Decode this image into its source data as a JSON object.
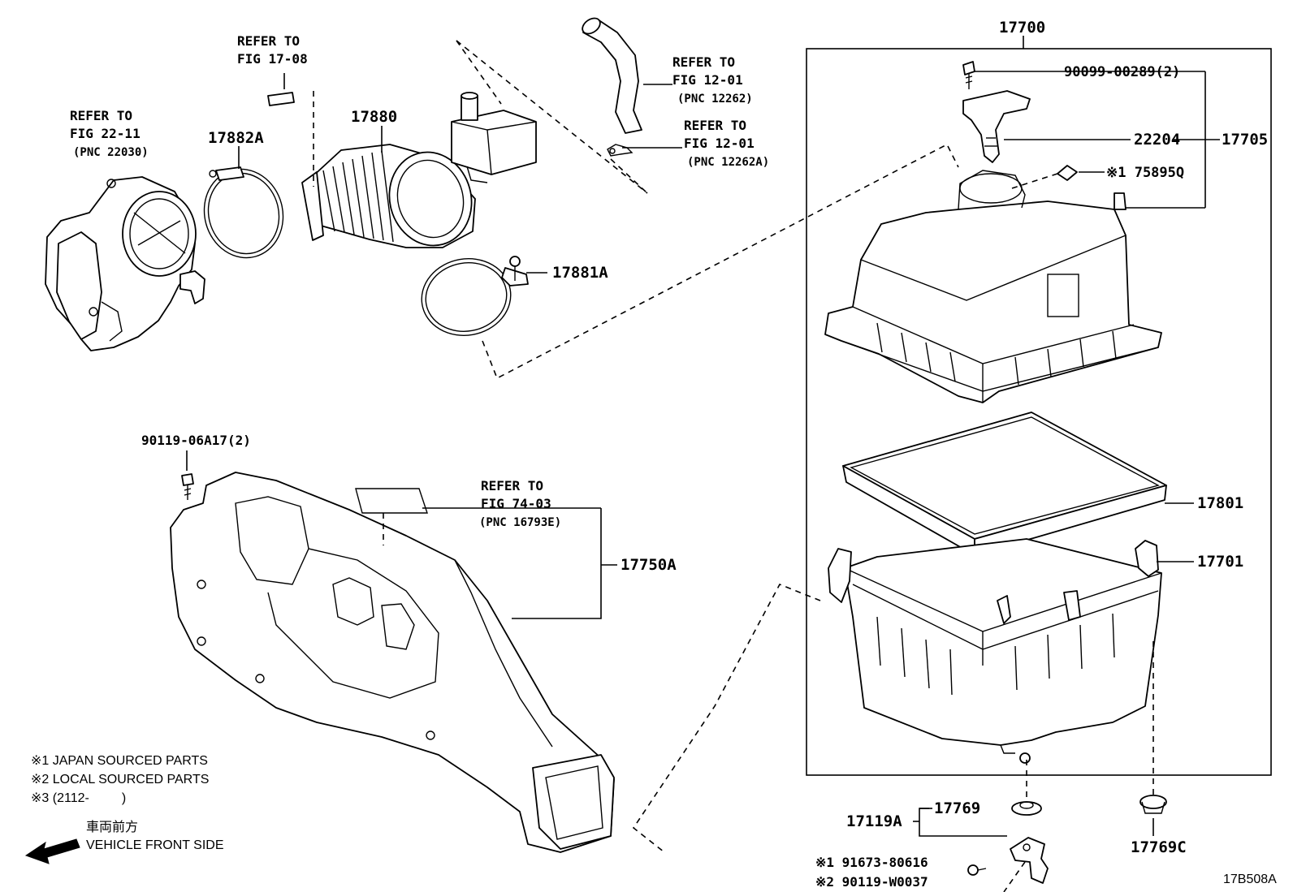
{
  "callouts": {
    "p17700": "17700",
    "p90099": "90099-00289(2)",
    "p22204": "22204",
    "p17705": "17705",
    "p175895q": "※1 75895Q",
    "p17801": "17801",
    "p17701": "17701",
    "p17880": "17880",
    "p17882a": "17882A",
    "p17881a": "17881A",
    "p90119_06a17": "90119-06A17(2)",
    "p17750a": "17750A",
    "p17769": "17769",
    "p17119a": "17119A",
    "p17769c": "17769C",
    "p91673": "※1 91673-80616",
    "p90119_w0037": "※2 90119-W0037",
    "drawing_code": "17B508A"
  },
  "references": {
    "fig2211": {
      "l1": "REFER TO",
      "l2": "FIG 22-11",
      "l3": "(PNC 22030)"
    },
    "fig1708": {
      "l1": "REFER TO",
      "l2": "FIG 17-08"
    },
    "fig1201a": {
      "l1": "REFER TO",
      "l2": "FIG 12-01",
      "l3": "(PNC 12262)"
    },
    "fig1201b": {
      "l1": "REFER TO",
      "l2": "FIG 12-01",
      "l3": "(PNC 12262A)"
    },
    "fig7403": {
      "l1": "REFER TO",
      "l2": "FIG 74-03",
      "l3": "(PNC 16793E)"
    }
  },
  "legend": {
    "n1": "※1 JAPAN SOURCED PARTS",
    "n2": "※2 LOCAL SOURCED PARTS",
    "n3": "※3 (2112-         )",
    "dir_jp": "車両前方",
    "dir_en": "VEHICLE FRONT SIDE"
  }
}
